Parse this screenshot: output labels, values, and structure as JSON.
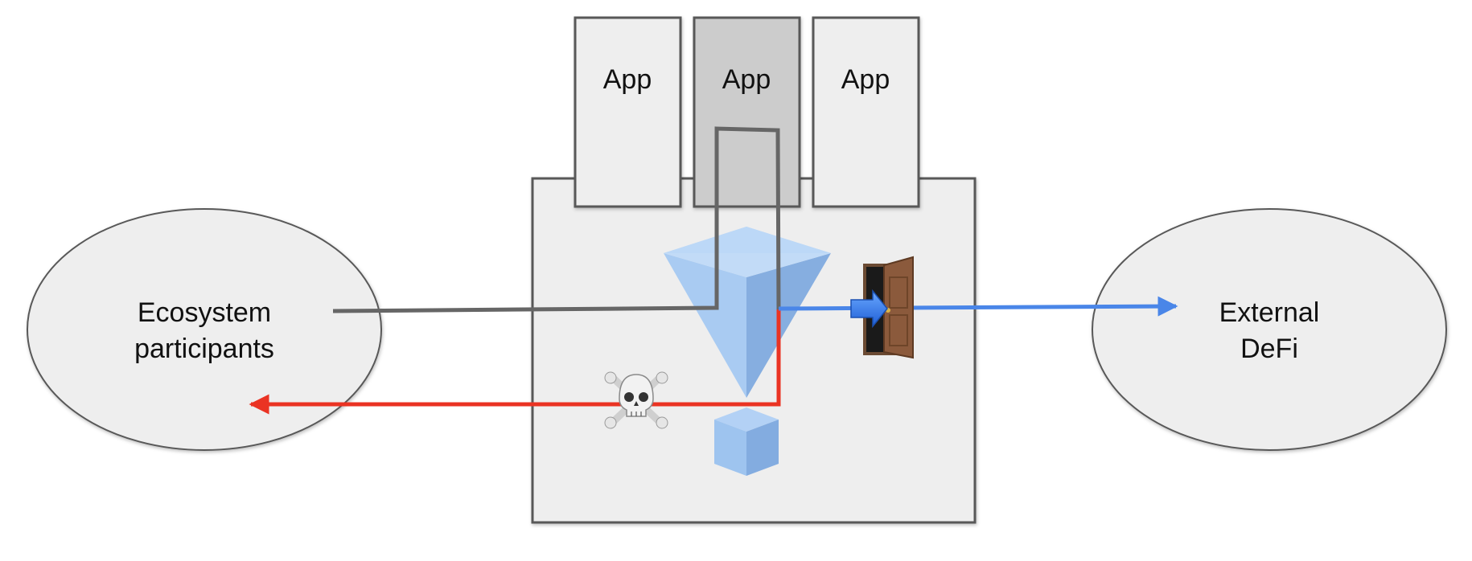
{
  "diagram": {
    "apps": [
      {
        "label": "App"
      },
      {
        "label": "App"
      },
      {
        "label": "App"
      }
    ],
    "ecosystem": {
      "line1": "Ecosystem",
      "line2": "participants"
    },
    "external": {
      "line1": "External",
      "line2": "DeFi"
    },
    "icons": {
      "skull": "skull-crossbones-icon",
      "door": "open-door-icon",
      "pyramid": "inverted-pyramid-icon",
      "cube": "cube-icon"
    },
    "colors": {
      "platform_fill": "#eeeeee",
      "platform_stroke": "#595959",
      "app_fill": "#eeeeee",
      "app_highlight_fill": "#cccccc",
      "ellipse_fill": "#eeeeee",
      "flow_gray": "#666666",
      "flow_red": "#ea3323",
      "flow_blue": "#4a86e8",
      "pyramid_light": "#a9cbf2",
      "pyramid_dark": "#86aee0",
      "door_wood": "#8b5a3c"
    }
  }
}
